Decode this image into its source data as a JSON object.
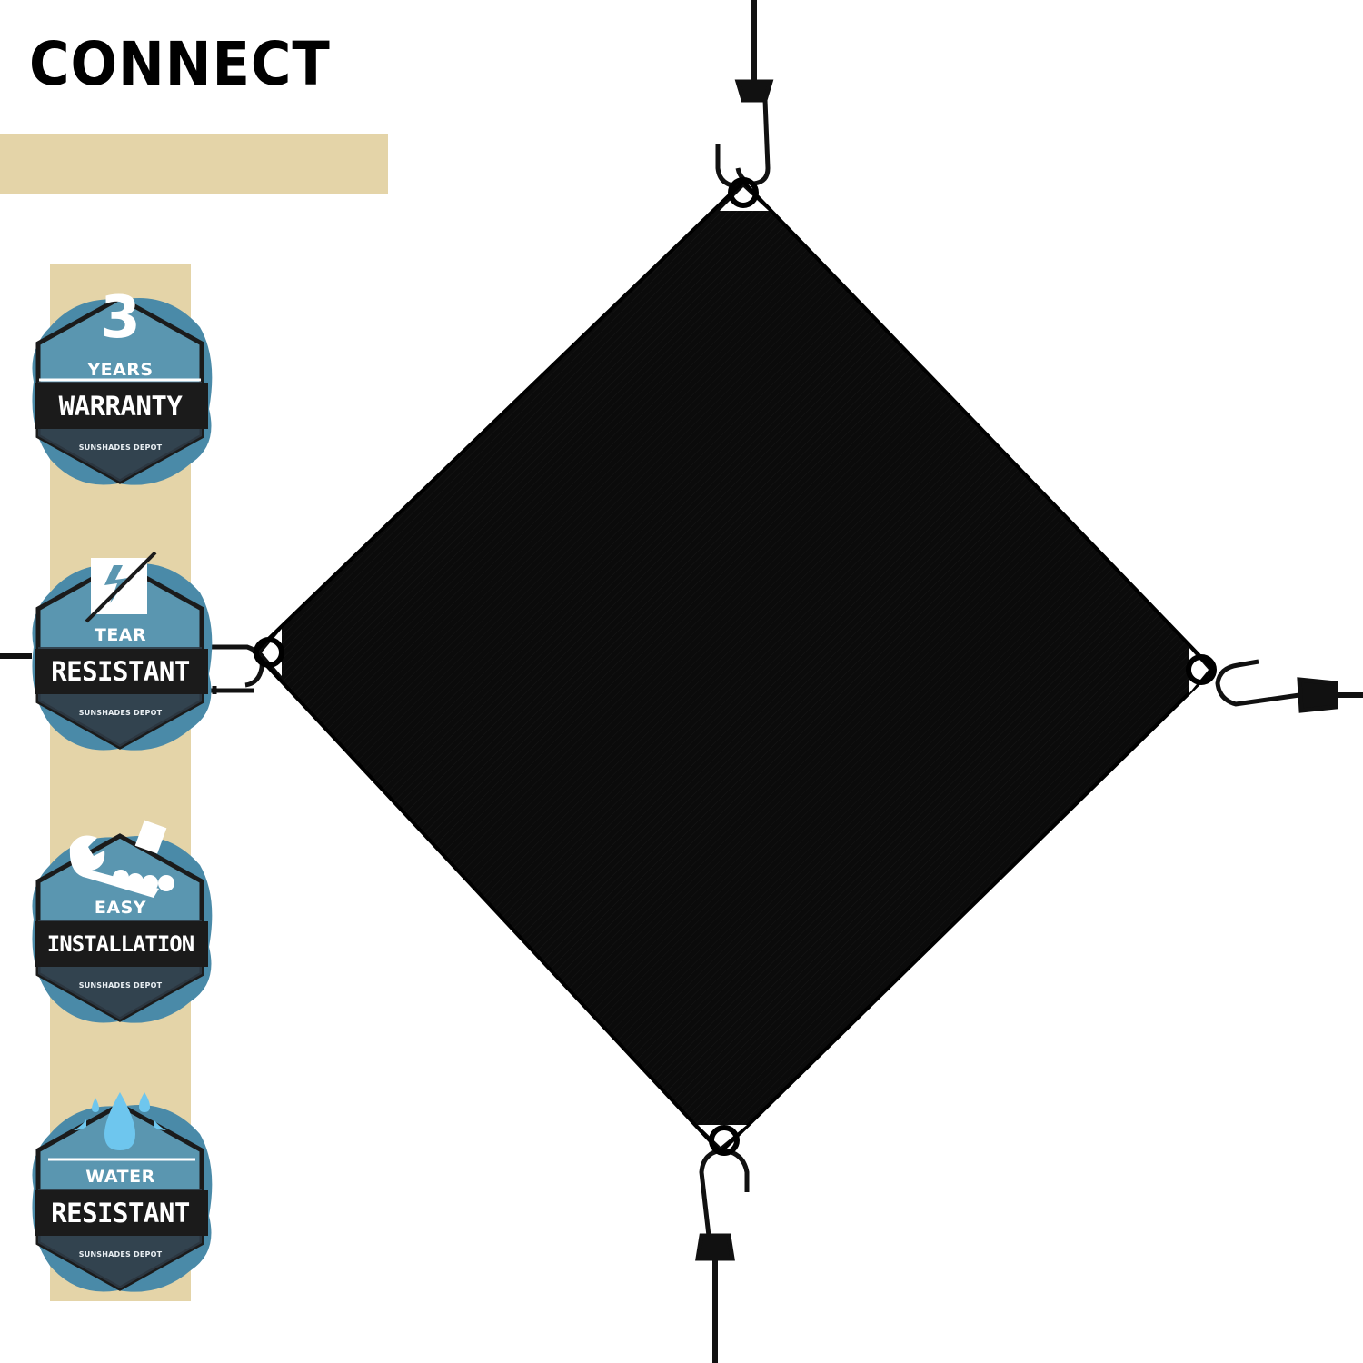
{
  "headline": "CONNECT",
  "colors": {
    "tan": "#e4d4a8",
    "badge_blue": "#4a8aa8",
    "badge_dark": "#2d3a45",
    "band_black": "#1b1b1b",
    "shade": "#0b0b0b"
  },
  "badges": [
    {
      "icon": "number-icon",
      "number": "3",
      "top": "YEARS",
      "main": "WARRANTY",
      "brand": "SUNSHADES DEPOT"
    },
    {
      "icon": "tear-icon",
      "top": "TEAR",
      "main": "RESISTANT",
      "brand": "SUNSHADES DEPOT"
    },
    {
      "icon": "wrench-hand-icon",
      "top": "EASY",
      "main": "INSTALLATION",
      "brand": "SUNSHADES DEPOT"
    },
    {
      "icon": "water-drop-icon",
      "top": "WATER",
      "main": "RESISTANT",
      "brand": "SUNSHADES DEPOT"
    }
  ]
}
